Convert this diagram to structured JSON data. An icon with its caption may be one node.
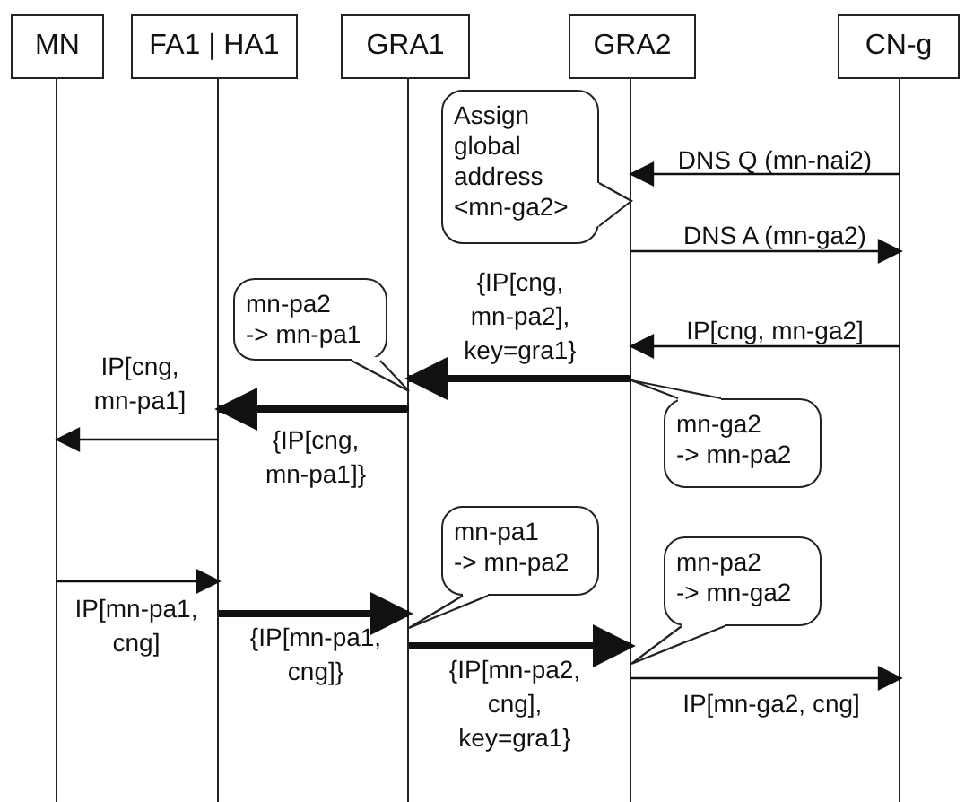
{
  "diagram": {
    "nodes": [
      {
        "text": [
          "MN"
        ]
      },
      {
        "text": [
          "FA1 | HA1"
        ]
      },
      {
        "text": [
          "GRA1"
        ]
      },
      {
        "text": [
          "GRA2"
        ]
      },
      {
        "text": [
          "CN-g"
        ]
      },
      {
        "text": [
          "Assign global address <mn-ga2>"
        ]
      },
      {
        "text": [
          "mn-pa2 -> mn-pa1"
        ]
      },
      {
        "text": [
          "mn-ga2 -> mn-pa2"
        ]
      },
      {
        "text": [
          "mn-pa1 -> mn-pa2"
        ]
      },
      {
        "text": [
          "mn-pa2 -> mn-ga2"
        ]
      }
    ],
    "edges": [
      {
        "from": 4,
        "to": 3,
        "arrow": "to",
        "label": "DNS Q (mn-nai2)"
      },
      {
        "from": 3,
        "to": 4,
        "arrow": "to",
        "label": "DNS A (mn-ga2)"
      },
      {
        "from": 4,
        "to": 3,
        "arrow": "to",
        "label": "IP[cng, mn-ga2]"
      },
      {
        "from": 3,
        "to": 2,
        "arrow": "to",
        "label": "{IP[cng, mn-pa2], key=gra1}",
        "style": "thick"
      },
      {
        "from": 2,
        "to": 1,
        "arrow": "to",
        "label": "{IP[cng, mn-pa1]}",
        "style": "thick"
      },
      {
        "from": 1,
        "to": 0,
        "arrow": "to",
        "label": "IP[cng, mn-pa1]"
      },
      {
        "from": 0,
        "to": 1,
        "arrow": "to",
        "label": "IP[mn-pa1, cng]"
      },
      {
        "from": 1,
        "to": 2,
        "arrow": "to",
        "label": "{IP[mn-pa1, cng]}",
        "style": "thick"
      },
      {
        "from": 2,
        "to": 3,
        "arrow": "to",
        "label": "{IP[mn-pa2, cng], key=gra1}",
        "style": "thick"
      },
      {
        "from": 3,
        "to": 4,
        "arrow": "to",
        "label": "IP[mn-ga2, cng]"
      }
    ]
  }
}
